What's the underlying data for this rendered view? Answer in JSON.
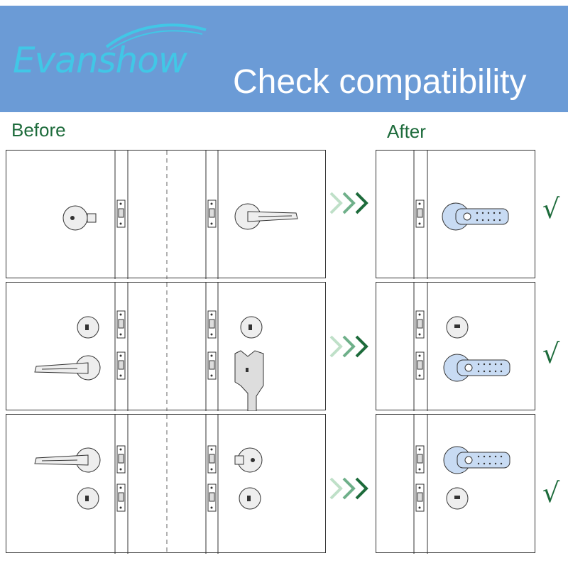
{
  "header": {
    "brand": "Evanshow",
    "title": "Check compatibility"
  },
  "columns": {
    "before_label": "Before",
    "after_label": "After"
  },
  "rows": [
    {
      "before": "knob-and-lever",
      "after": "smart-lever",
      "check": "√"
    },
    {
      "before": "deadbolt-and-lever / deadbolt-and-handleset",
      "after": "deadbolt-and-smart-lever",
      "check": "√"
    },
    {
      "before": "lever-and-deadbolt / knob-and-deadbolt",
      "after": "smart-lever-and-deadbolt",
      "check": "√"
    }
  ],
  "colors": {
    "banner": "#6b9bd6",
    "brand": "#41c7e6",
    "label_green": "#1d6b3b",
    "smart_lock_blue": "#c8dbf3"
  },
  "icons": [
    "swoosh-logo",
    "triple-chevron-arrow",
    "checkmark",
    "door-knob",
    "door-lever",
    "deadbolt",
    "handleset",
    "smart-lever-lock"
  ]
}
